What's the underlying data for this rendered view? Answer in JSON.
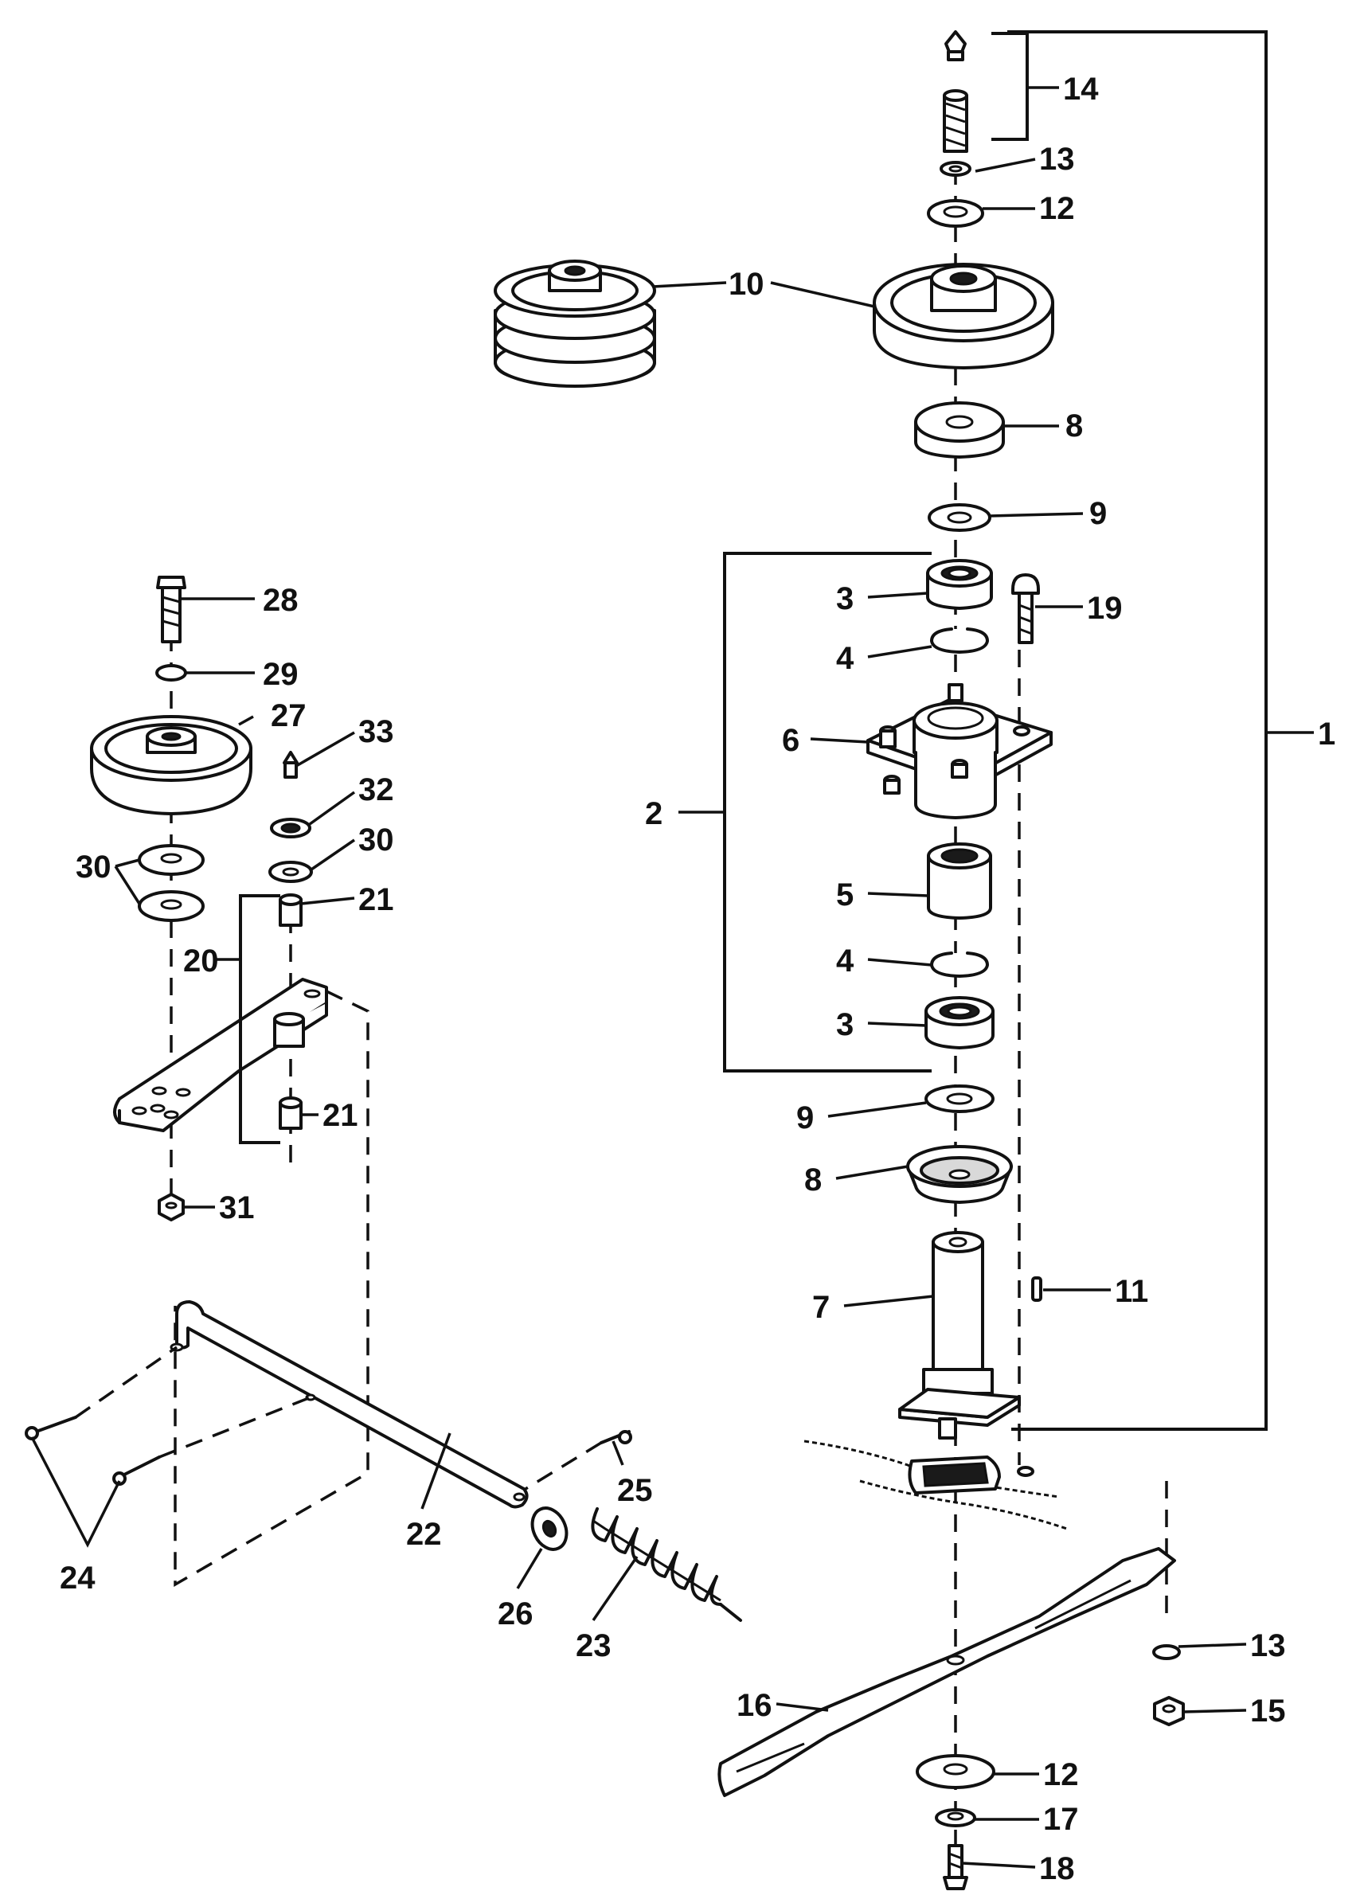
{
  "callouts": {
    "c1": "1",
    "c2": "2",
    "c3a": "3",
    "c3b": "3",
    "c4a": "4",
    "c4b": "4",
    "c5": "5",
    "c6": "6",
    "c7": "7",
    "c8a": "8",
    "c8b": "8",
    "c9a": "9",
    "c9b": "9",
    "c10": "10",
    "c11": "11",
    "c12a": "12",
    "c12b": "12",
    "c13a": "13",
    "c13b": "13",
    "c14": "14",
    "c15": "15",
    "c16": "16",
    "c17": "17",
    "c18": "18",
    "c19": "19",
    "c20": "20",
    "c21a": "21",
    "c21b": "21",
    "c22": "22",
    "c23": "23",
    "c24": "24",
    "c25": "25",
    "c26": "26",
    "c27": "27",
    "c28": "28",
    "c29": "29",
    "c30a": "30",
    "c30b": "30",
    "c31": "31",
    "c32": "32",
    "c33": "33"
  }
}
